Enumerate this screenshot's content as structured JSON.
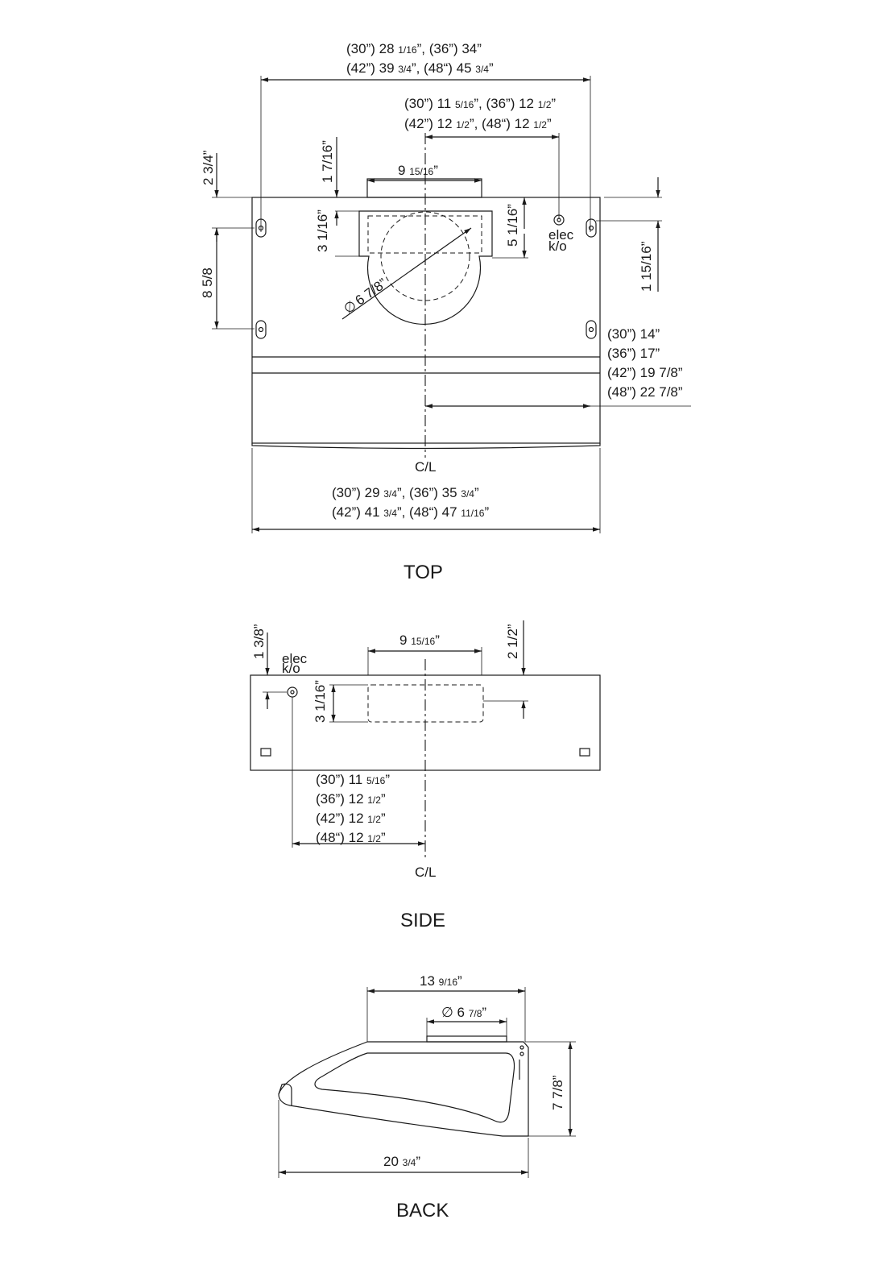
{
  "views": {
    "top": {
      "title": "TOP",
      "overall_width": {
        "line1": {
          "a": "(30”) 28 ",
          "a_frac": "1/16",
          "b": "”, (36”) 34”"
        },
        "line2": {
          "a": "(42”) 39 ",
          "a_frac": "3/4",
          "b": "”,   (48“) 45 ",
          "b_frac": "3/4",
          "c": "”"
        }
      },
      "elec_offset": {
        "line1": {
          "a": "(30”) 11 ",
          "a_frac": "5/16",
          "b": "”, (36”) 12 ",
          "b_frac": "1/2",
          "c": "”"
        },
        "line2": {
          "a": "(42”) 12 ",
          "a_frac": "1/2",
          "b": "”,   (48“) 12 ",
          "b_frac": "1/2",
          "c": "”"
        }
      },
      "duct_width": {
        "a": "9 ",
        "a_frac": "15/16",
        "b": "”"
      },
      "duct_front_offset": "1 7/16”",
      "left_top_offset": "2 3/4”",
      "mount_spacing": "8 5/8",
      "duct_depth": "3 1/16”",
      "collar_depth": "5 1/16”",
      "collar_diameter": "6 7/8”",
      "diameter_symbol": "∅",
      "elec_label": "elec",
      "ko_label": "k/o",
      "right_mount_offset": "1 15/16”",
      "depths": [
        "(30”) 14”",
        "(36”) 17”",
        "(42”) 19 7/8”",
        "(48”) 22 7/8”"
      ],
      "centerline": "C/L",
      "bottom_width": {
        "line1": {
          "a": "(30”) 29 ",
          "a_frac": "3/4",
          "b": "”,   (36”) 35 ",
          "b_frac": "3/4",
          "c": "”"
        },
        "line2": {
          "a": "(42”) 41 ",
          "a_frac": "3/4",
          "b": "”,   (48“) 47 ",
          "b_frac": "11/16",
          "c": "”"
        }
      }
    },
    "side": {
      "title": "SIDE",
      "elec_top_offset": "1 3/8”",
      "elec_label": "elec",
      "ko_label": "k/o",
      "duct_width": {
        "a": "9 ",
        "a_frac": "15/16",
        "b": "”"
      },
      "duct_top_offset": "2 1/2”",
      "duct_height": "3 1/16”",
      "elec_offsets": [
        {
          "a": "(30”) 11 ",
          "a_frac": "5/16",
          "b": "”"
        },
        {
          "a": "(36”) 12 ",
          "a_frac": "1/2",
          "b": "”"
        },
        {
          "a": "(42”) 12 ",
          "a_frac": "1/2",
          "b": "”"
        },
        {
          "a": "(48“) 12 ",
          "a_frac": "1/2",
          "b": "”"
        }
      ],
      "centerline": "C/L"
    },
    "back": {
      "title": "BACK",
      "top_width": {
        "a": "13 ",
        "a_frac": "9/16",
        "b": "”"
      },
      "collar": {
        "symbol": "∅",
        "a": " 6 ",
        "a_frac": "7/8",
        "b": "”"
      },
      "height": "7 7/8”",
      "overall_depth": {
        "a": "20 ",
        "a_frac": "3/4",
        "b": "”"
      }
    }
  }
}
